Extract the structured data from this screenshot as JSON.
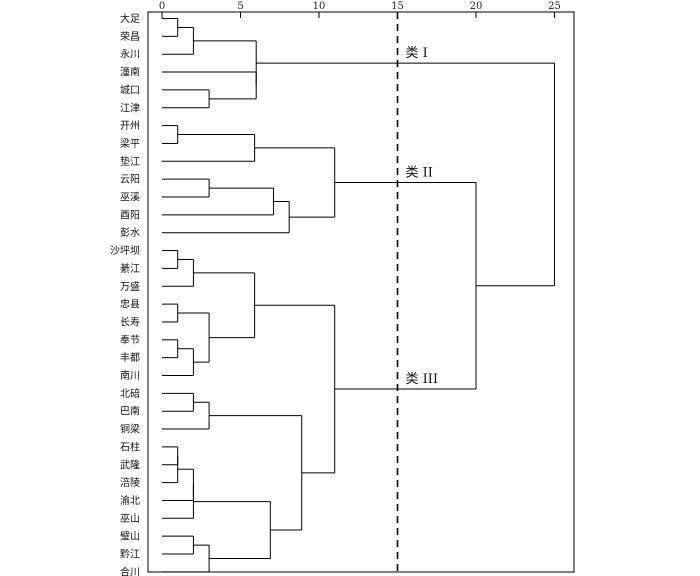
{
  "chart_data": {
    "type": "dendrogram",
    "orientation": "horizontal",
    "x_ticks": [
      0,
      5,
      10,
      15,
      20,
      25
    ],
    "xlim": [
      0,
      26
    ],
    "cut_line": 15,
    "leaves": [
      "大足",
      "荣昌",
      "永川",
      "潼南",
      "城口",
      "江津",
      "开州",
      "梁平",
      "垫江",
      "云阳",
      "巫溪",
      "酉阳",
      "彭水",
      "沙坪坝",
      "綦江",
      "万盛",
      "忠县",
      "长寿",
      "奉节",
      "丰都",
      "南川",
      "北碚",
      "巴南",
      "铜梁",
      "石柱",
      "武隆",
      "涪陵",
      "渝北",
      "巫山",
      "璧山",
      "黔江",
      "合川"
    ],
    "merges": [
      {
        "id": "m1",
        "a": "L0",
        "b": "L1",
        "h": 1
      },
      {
        "id": "m2",
        "a": "m1",
        "b": "L2",
        "h": 2
      },
      {
        "id": "m3",
        "a": "L4",
        "b": "L5",
        "h": 3
      },
      {
        "id": "m4",
        "a": "L3",
        "b": "m3",
        "h": 6
      },
      {
        "id": "m5",
        "a": "m2",
        "b": "m4",
        "h": 6
      },
      {
        "id": "m6",
        "a": "L6",
        "b": "L7",
        "h": 1
      },
      {
        "id": "m7",
        "a": "m6",
        "b": "L8",
        "h": 5.9
      },
      {
        "id": "m8",
        "a": "L9",
        "b": "L10",
        "h": 3
      },
      {
        "id": "m9",
        "a": "m8",
        "b": "L11",
        "h": 7.1
      },
      {
        "id": "m10",
        "a": "m9",
        "b": "L12",
        "h": 8.1
      },
      {
        "id": "m11",
        "a": "m7",
        "b": "m10",
        "h": 11
      },
      {
        "id": "m12",
        "a": "L13",
        "b": "L14",
        "h": 1
      },
      {
        "id": "m13",
        "a": "m12",
        "b": "L15",
        "h": 2
      },
      {
        "id": "m14",
        "a": "L16",
        "b": "L17",
        "h": 1
      },
      {
        "id": "m15",
        "a": "L18",
        "b": "L19",
        "h": 1
      },
      {
        "id": "m16",
        "a": "m15",
        "b": "L20",
        "h": 2
      },
      {
        "id": "m17",
        "a": "m14",
        "b": "m16",
        "h": 3
      },
      {
        "id": "m18",
        "a": "m13",
        "b": "m17",
        "h": 5.9
      },
      {
        "id": "m19",
        "a": "L21",
        "b": "L22",
        "h": 2
      },
      {
        "id": "m20",
        "a": "m19",
        "b": "L23",
        "h": 3
      },
      {
        "id": "m21",
        "a": "L24",
        "b": "L25",
        "h": 1
      },
      {
        "id": "m22",
        "a": "m21",
        "b": "L26",
        "h": 1
      },
      {
        "id": "m23",
        "a": "m22",
        "b": "L27",
        "h": 2
      },
      {
        "id": "m24",
        "a": "m23",
        "b": "L28",
        "h": 2
      },
      {
        "id": "m25",
        "a": "L29",
        "b": "L30",
        "h": 2
      },
      {
        "id": "m26",
        "a": "m25",
        "b": "L31",
        "h": 3
      },
      {
        "id": "m27",
        "a": "m24",
        "b": "m26",
        "h": 6.9
      },
      {
        "id": "m28",
        "a": "m20",
        "b": "m27",
        "h": 8.9
      },
      {
        "id": "m29",
        "a": "m18",
        "b": "m28",
        "h": 11
      },
      {
        "id": "m30",
        "a": "m11",
        "b": "m29",
        "h": 20
      },
      {
        "id": "m31",
        "a": "m5",
        "b": "m30",
        "h": 25
      }
    ],
    "cluster_labels": [
      {
        "text": "类 I",
        "near": "m5"
      },
      {
        "text": "类 II",
        "near": "m11"
      },
      {
        "text": "类 III",
        "near": "m29"
      }
    ]
  }
}
